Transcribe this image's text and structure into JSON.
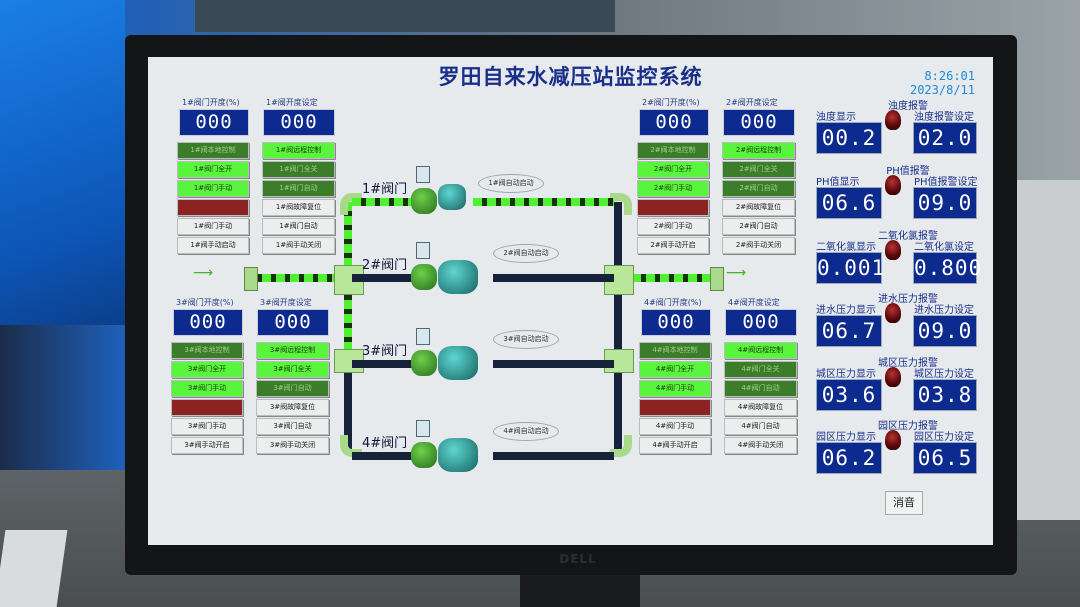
{
  "title": "罗田自来水减压站监控系统",
  "clock": {
    "time": "8:26:01",
    "date": "2023/8/11"
  },
  "valves": [
    {
      "open_label": "1#阀门开度(%)",
      "set_label": "1#阀开度设定",
      "open_value": "000",
      "set_value": "000",
      "buttons_left": [
        "1#阀本地控制",
        "1#阀门全开",
        "1#阀门手动",
        "",
        "1#阀门手动",
        "1#阀手动启动"
      ],
      "buttons_right": [
        "1#阀远程控制",
        "1#阀门全关",
        "1#阀门自动",
        "1#阀故障复位",
        "1#阀门自动",
        "1#阀手动关闭"
      ],
      "pipe_label": "1#阀门",
      "pill_label": "1#阀自动启动"
    },
    {
      "open_label": "2#阀门开度(%)",
      "set_label": "2#阀开度设定",
      "open_value": "000",
      "set_value": "000",
      "buttons_left": [
        "2#阀本地控制",
        "2#阀门全开",
        "2#阀门手动",
        "",
        "2#阀门手动",
        "2#阀手动开启"
      ],
      "buttons_right": [
        "2#阀远程控制",
        "2#阀门全关",
        "2#阀门自动",
        "2#阀故障复位",
        "2#阀门自动",
        "2#阀手动关闭"
      ],
      "pipe_label": "2#阀门",
      "pill_label": "2#阀自动启动"
    },
    {
      "open_label": "3#阀门开度(%)",
      "set_label": "3#阀开度设定",
      "open_value": "000",
      "set_value": "000",
      "buttons_left": [
        "3#阀本地控制",
        "3#阀门全开",
        "3#阀门手动",
        "",
        "3#阀门手动",
        "3#阀手动开启"
      ],
      "buttons_right": [
        "3#阀远程控制",
        "3#阀门全关",
        "3#阀门自动",
        "3#阀故障复位",
        "3#阀门自动",
        "3#阀手动关闭"
      ],
      "pipe_label": "3#阀门",
      "pill_label": "3#阀自动启动"
    },
    {
      "open_label": "4#阀门开度(%)",
      "set_label": "4#阀开度设定",
      "open_value": "000",
      "set_value": "000",
      "buttons_left": [
        "4#阀本地控制",
        "4#阀门全开",
        "4#阀门手动",
        "",
        "4#阀门手动",
        "4#阀手动开启"
      ],
      "buttons_right": [
        "4#阀远程控制",
        "4#阀门全关",
        "4#阀门自动",
        "4#阀故障复位",
        "4#阀门自动",
        "4#阀手动关闭"
      ],
      "pipe_label": "4#阀门",
      "pill_label": "4#阀自动启动"
    }
  ],
  "monitors": [
    {
      "alarm": "浊度报警",
      "display_label": "浊度显示",
      "set_label": "浊度报警设定",
      "display_value": "00.2",
      "set_value": "02.0"
    },
    {
      "alarm": "PH值报警",
      "display_label": "PH值显示",
      "set_label": "PH值报警设定",
      "display_value": "06.6",
      "set_value": "09.0"
    },
    {
      "alarm": "二氧化氯报警",
      "display_label": "二氧化氯显示",
      "set_label": "二氧化氯设定",
      "display_value": "0.001",
      "set_value": "0.800"
    },
    {
      "alarm": "进水压力报警",
      "display_label": "进水压力显示",
      "set_label": "进水压力设定",
      "display_value": "06.7",
      "set_value": "09.0"
    },
    {
      "alarm": "城区压力报警",
      "display_label": "城区压力显示",
      "set_label": "城区压力设定",
      "display_value": "03.6",
      "set_value": "03.8"
    },
    {
      "alarm": "园区压力报警",
      "display_label": "园区压力显示",
      "set_label": "园区压力设定",
      "display_value": "06.2",
      "set_value": "06.5"
    }
  ],
  "mute_label": "消音",
  "brand": "DELL",
  "colors": {
    "panel_bg": "#e6eaec",
    "value_bg": "#0d2a8f",
    "active_green": "#59f43c",
    "dark_green": "#3c7d2a",
    "fault_red": "#8c2323",
    "pipe_dark": "#16233a"
  }
}
